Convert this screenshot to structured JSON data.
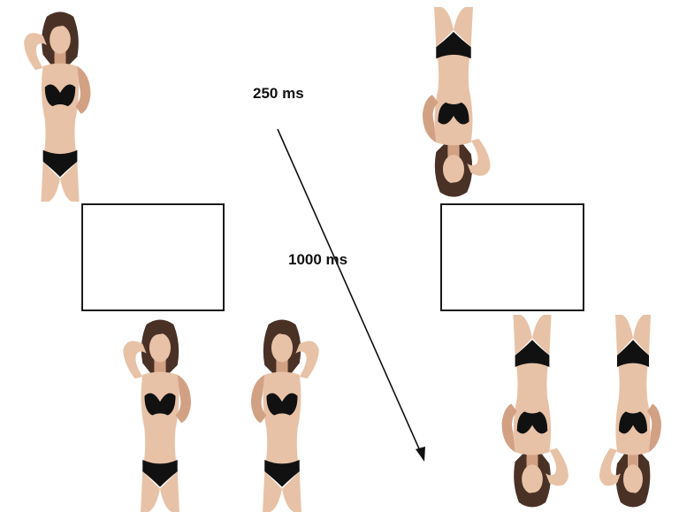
{
  "timing": {
    "first_label": "250 ms",
    "second_label": "1000 ms"
  },
  "colors": {
    "skin": "#e8c2a6",
    "skin_shade": "#d2a184",
    "hair": "#4a3126",
    "swimsuit": "#111111",
    "frame_border": "#1a1a1a",
    "arrow": "#111111"
  },
  "stimuli": {
    "left_sequence": {
      "first_image": "upright-model-photo",
      "blank_screen": "blank-screen",
      "second_images": [
        "upright-model-photo",
        "upright-model-photo-mirrored"
      ]
    },
    "right_sequence": {
      "first_image": "inverted-model-photo",
      "blank_screen": "blank-screen",
      "second_images": [
        "inverted-model-photo",
        "inverted-model-photo-mirrored"
      ]
    }
  }
}
